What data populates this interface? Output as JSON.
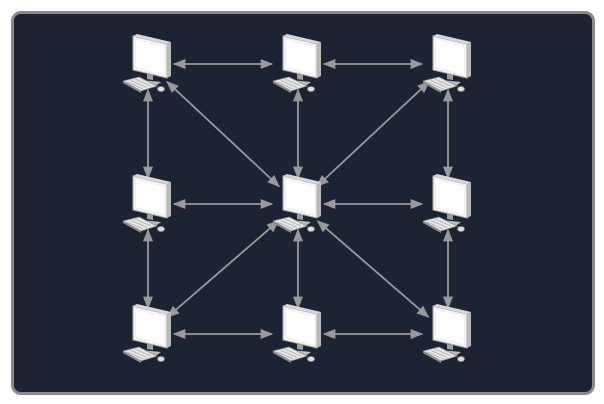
{
  "diagram": {
    "type": "network-mesh",
    "colors": {
      "background": "#1c2333",
      "border": "#8a8a8a",
      "connector": "#9a9a9a",
      "device_face": "#f2f2f2",
      "device_side": "#b9b9b9",
      "device_dark": "#8e8e8e"
    },
    "nodes": [
      {
        "id": "n1",
        "icon": "desktop-computer-icon",
        "row": 0,
        "col": 0
      },
      {
        "id": "n2",
        "icon": "desktop-computer-icon",
        "row": 0,
        "col": 1
      },
      {
        "id": "n3",
        "icon": "desktop-computer-icon",
        "row": 0,
        "col": 2
      },
      {
        "id": "n4",
        "icon": "desktop-computer-icon",
        "row": 1,
        "col": 0
      },
      {
        "id": "n5",
        "icon": "desktop-computer-icon",
        "row": 1,
        "col": 1
      },
      {
        "id": "n6",
        "icon": "desktop-computer-icon",
        "row": 1,
        "col": 2
      },
      {
        "id": "n7",
        "icon": "desktop-computer-icon",
        "row": 2,
        "col": 0
      },
      {
        "id": "n8",
        "icon": "desktop-computer-icon",
        "row": 2,
        "col": 1
      },
      {
        "id": "n9",
        "icon": "desktop-computer-icon",
        "row": 2,
        "col": 2
      }
    ],
    "edges": [
      {
        "from": "n1",
        "to": "n2",
        "style": "bidirectional"
      },
      {
        "from": "n2",
        "to": "n3",
        "style": "bidirectional"
      },
      {
        "from": "n4",
        "to": "n5",
        "style": "bidirectional"
      },
      {
        "from": "n5",
        "to": "n6",
        "style": "bidirectional"
      },
      {
        "from": "n7",
        "to": "n8",
        "style": "bidirectional"
      },
      {
        "from": "n8",
        "to": "n9",
        "style": "bidirectional"
      },
      {
        "from": "n1",
        "to": "n4",
        "style": "bidirectional"
      },
      {
        "from": "n4",
        "to": "n7",
        "style": "bidirectional"
      },
      {
        "from": "n2",
        "to": "n5",
        "style": "bidirectional"
      },
      {
        "from": "n5",
        "to": "n8",
        "style": "bidirectional"
      },
      {
        "from": "n3",
        "to": "n6",
        "style": "bidirectional"
      },
      {
        "from": "n6",
        "to": "n9",
        "style": "bidirectional"
      },
      {
        "from": "n1",
        "to": "n5",
        "style": "bidirectional"
      },
      {
        "from": "n3",
        "to": "n5",
        "style": "bidirectional"
      },
      {
        "from": "n7",
        "to": "n5",
        "style": "bidirectional"
      },
      {
        "from": "n9",
        "to": "n5",
        "style": "bidirectional"
      }
    ]
  }
}
